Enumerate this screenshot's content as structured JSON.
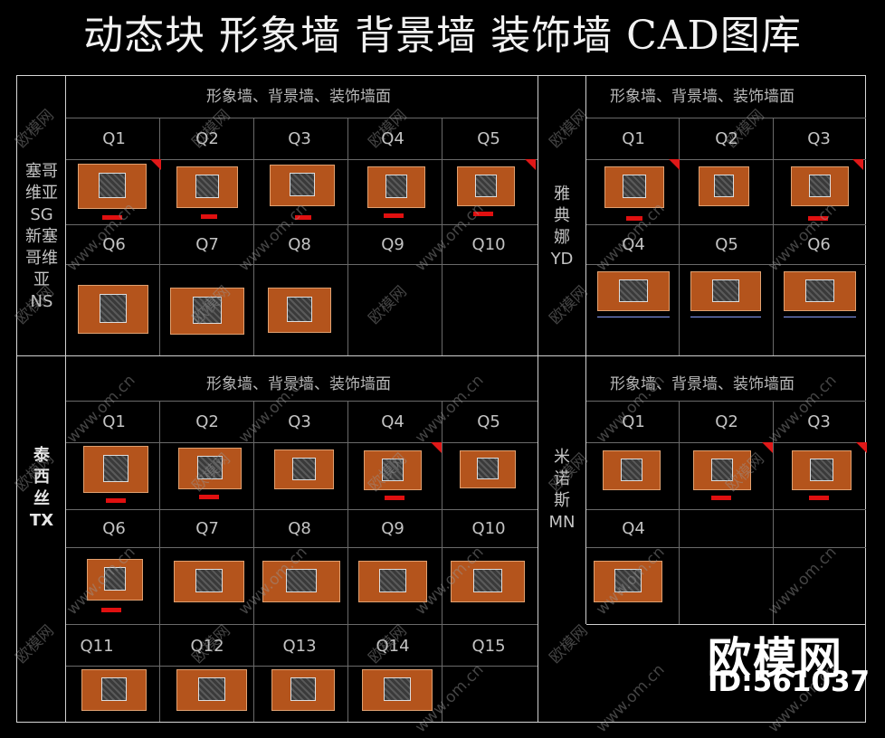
{
  "title": "动态块 形象墙 背景墙 装饰墙 CAD图库",
  "section_title": "形象墙、背景墙、装饰墙面",
  "sections": {
    "sg": {
      "label": [
        "塞哥",
        "维亚",
        "SG",
        "新塞",
        "哥维",
        "亚",
        "NS"
      ],
      "q": [
        "Q1",
        "Q2",
        "Q3",
        "Q4",
        "Q5",
        "Q6",
        "Q7",
        "Q8",
        "Q9",
        "Q10"
      ]
    },
    "yd": {
      "label": [
        "雅",
        "典",
        "娜",
        "YD"
      ],
      "q": [
        "Q1",
        "Q2",
        "Q3",
        "Q4",
        "Q5",
        "Q6"
      ]
    },
    "tx": {
      "label": [
        "泰",
        "西",
        "丝",
        "TX"
      ],
      "q": [
        "Q1",
        "Q2",
        "Q3",
        "Q4",
        "Q5",
        "Q6",
        "Q7",
        "Q8",
        "Q9",
        "Q10",
        "Q11",
        "Q12",
        "Q13",
        "Q14",
        "Q15"
      ]
    },
    "mn": {
      "label": [
        "米",
        "诺",
        "斯",
        "MN"
      ],
      "q": [
        "Q1",
        "Q2",
        "Q3",
        "Q4"
      ]
    }
  },
  "watermark": {
    "site": "www.om.cn",
    "brand": "欧模网"
  },
  "logo": {
    "brand": "欧模网",
    "id": "ID:561037"
  },
  "colors": {
    "background": "#000000",
    "wood": "#b4541c",
    "marker": "#e01010"
  }
}
